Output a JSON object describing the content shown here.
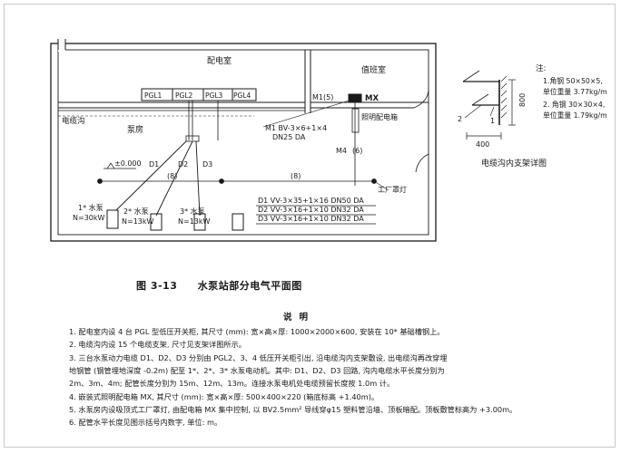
{
  "rooms": {
    "distribution": "配电室",
    "duty": "值班室",
    "pump": "泵房",
    "trench": "电缆沟"
  },
  "panels": [
    "PGL1",
    "PGL2",
    "PGL3",
    "PGL4"
  ],
  "labels": {
    "m1_count": "M1(5)",
    "mx": "MX",
    "lighting_box": "照明配电箱",
    "m1_cable": "M1 BV-3×6+1×4",
    "m1_conduit": "DN25  DA",
    "m4": "M4",
    "m4_count": "(6)",
    "level": "±0.000",
    "d1": "D1",
    "d2": "D2",
    "d3": "D3",
    "count_left": "(8)",
    "count_right": "(8)",
    "lamp": "工厂罩灯",
    "pump1_name": "1* 水泵",
    "pump1_power": "N=30kW",
    "pump2_name": "2* 水泵",
    "pump2_power": "N=13kW",
    "pump3_name": "3* 水泵",
    "pump3_power": "N=13kW"
  },
  "cables": [
    "D1  VV-3×35+1×16 DN50 DA",
    "D2  VV-3×16+1×10 DN32 DA",
    "D3  VV-3×16+1×10 DN32 DA"
  ],
  "detail": {
    "note_head": "注:",
    "note1": "1.角钢 50×50×5,",
    "note1_weight": "单位重量 3.77kg/m",
    "note2": "2. 角钢 30×30×4,",
    "note2_weight": "单位重量 1.79kg/m",
    "dim_height": "800",
    "dim_width": "400",
    "mark1": "1",
    "mark2": "2",
    "title": "电缆沟内支架详图"
  },
  "caption": {
    "number": "图 3-13",
    "title": "水泵站部分电气平面图"
  },
  "notes_title": "说明",
  "notes": [
    "1. 配电室内设 4 台 PGL 型低压开关柜, 其尺寸 (mm): 宽×高×厚: 1000×2000×600, 安装在 10* 基础槽钢上。",
    "2. 电缆沟内设 15 个电缆支架, 尺寸见支架详图所示。",
    "3. 三台水泵动力电缆 D1、D2、D3 分别由 PGL2、3、4 低压开关柜引出, 沿电缆沟内支架敷设, 出电缆沟再改穿埋",
    "   地钢管 (钢管埋地深度 -0.2m) 配至 1*、2*、3* 水泵电动机。其中: D1、D2、D3 回路, 沟内电缆水平长度分别为",
    "   2m、3m、4m; 配管长度分别为 15m、12m、13m。连接水泵电机处电缆预留长度按 1.0m 计。",
    "4. 嵌装式照明配电箱 MX, 其尺寸 (mm): 宽×高×厚: 500×400×220 (箱底标高 +1.40m)。",
    "5. 水泵房内设吸顶式工厂罩灯, 由配电箱 MX 集中控制, 以 BV2.5mm² 导线穿φ15 塑料管沿墙、顶板暗配。顶板敷管标高为 +3.00m。",
    "6. 配管水平长度见图示括号内数字, 单位: m。"
  ]
}
